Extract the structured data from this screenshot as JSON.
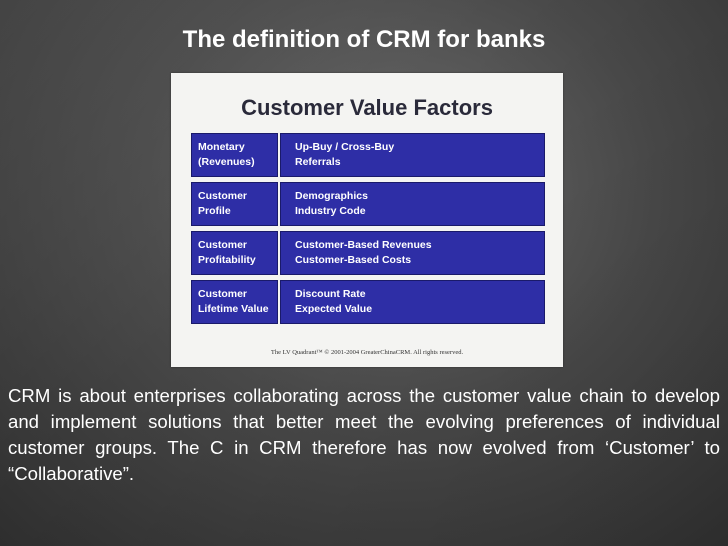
{
  "slide": {
    "title": "The definition of CRM for banks"
  },
  "figure": {
    "title": "Customer Value Factors",
    "rows": [
      {
        "label": [
          "Monetary",
          "(Revenues)"
        ],
        "items": [
          "Up-Buy / Cross-Buy",
          "Referrals"
        ]
      },
      {
        "label": [
          "Customer",
          "Profile"
        ],
        "items": [
          "Demographics",
          "Industry Code"
        ]
      },
      {
        "label": [
          "Customer",
          "Profitability"
        ],
        "items": [
          "Customer-Based Revenues",
          "Customer-Based Costs"
        ]
      },
      {
        "label": [
          "Customer",
          "Lifetime Value"
        ],
        "items": [
          "Discount Rate",
          "Expected Value"
        ]
      }
    ],
    "copyright": "The LV Quadrant™ © 2001-2004 GreaterChinaCRM. All rights reserved."
  },
  "body": {
    "paragraph": "CRM is about enterprises collaborating across the customer value chain to develop and implement solutions that better meet the evolving preferences of individual customer groups. The C in CRM therefore has now evolved from ‘Customer’ to “Collaborative”."
  },
  "colors": {
    "table_fill": "#2e2ea6",
    "text": "#ffffff"
  }
}
